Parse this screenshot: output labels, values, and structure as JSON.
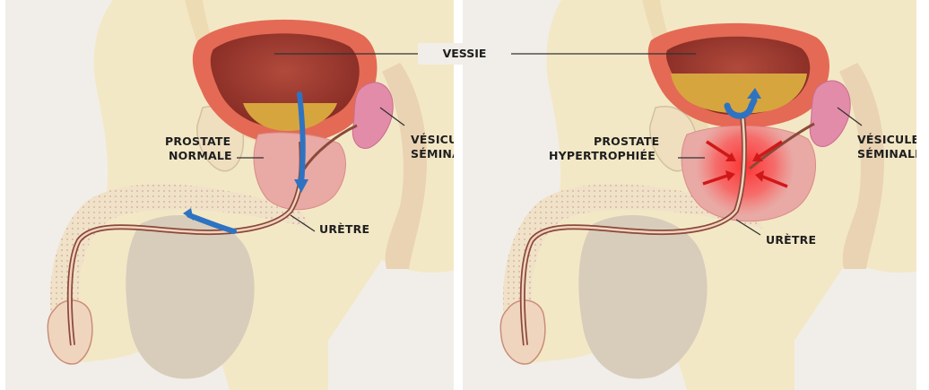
{
  "labels": {
    "bladder": "VESSIE",
    "prostate_normal_line1": "PROSTATE",
    "prostate_normal_line2": "NORMALE",
    "prostate_enlarged_line1": "PROSTATE",
    "prostate_enlarged_line2": "HYPERTROPHIÉE",
    "seminal_line1": "VÉSICULE",
    "seminal_line2": "SÉMINALE",
    "urethra": "URÈTRE"
  },
  "colors": {
    "background": "#f1eee9",
    "skin": "#f3e8c6",
    "tissue_shadow": "#d8cfc2",
    "bladder_wall": "#e46a55",
    "bladder_inner": "#9e3a2e",
    "urine": "#d7a53e",
    "prostate": "#e9a9a4",
    "seminal_vesicle": "#e38ca9",
    "urethra": "#8a4a3a",
    "flow_arrow": "#2e73c2",
    "compression": "#e02020"
  }
}
